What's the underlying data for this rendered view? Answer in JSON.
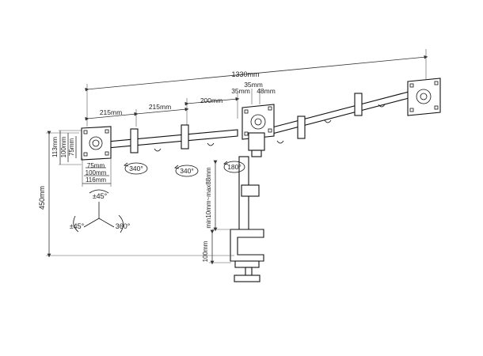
{
  "dimensions": {
    "overall_width": "1330mm",
    "arm_a": "215mm",
    "arm_b": "215mm",
    "arm_c": "200mm",
    "center_offset_1": "35mm",
    "center_offset_2": "35mm",
    "center_offset_3": "48mm",
    "vesa_h_113": "113mm",
    "vesa_h_100": "100mm",
    "vesa_h_75": "75mm",
    "vesa_w_75": "75mm",
    "vesa_w_100": "100mm",
    "vesa_w_116": "116mm",
    "total_height": "450mm",
    "pole_adjust": "min10mm~max88mm",
    "clamp_height": "100mm"
  },
  "rotations": {
    "arm_left": "340°",
    "arm_mid": "340°",
    "center": "180°",
    "tilt": "±45°",
    "swivel": "±45°",
    "rotate": "360°"
  }
}
